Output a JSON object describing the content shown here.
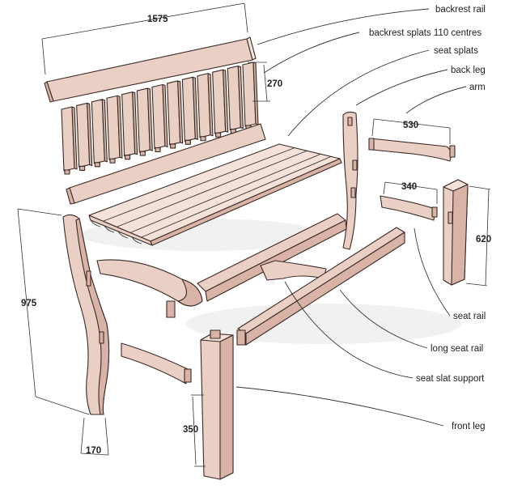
{
  "labels": {
    "backrest_rail": "backrest rail",
    "backrest_splats": "backrest splats 110 centres",
    "seat_splats": "seat splats",
    "back_leg": "back leg",
    "arm": "arm",
    "seat_rail": "seat rail",
    "long_seat_rail": "long seat rail",
    "seat_slat_support": "seat slat support",
    "front_leg": "front leg"
  },
  "dimensions": {
    "backrest_rail_length": "1575",
    "splat_height": "270",
    "arm_length": "530",
    "seat_rail_length": "340",
    "back_leg_height": "975",
    "back_leg_width": "170",
    "front_leg_height": "620",
    "front_leg_lower": "350"
  },
  "colors": {
    "wood": "#e9cfc4",
    "wood_shade": "#d8b3a6",
    "outline": "#3a2a26"
  }
}
